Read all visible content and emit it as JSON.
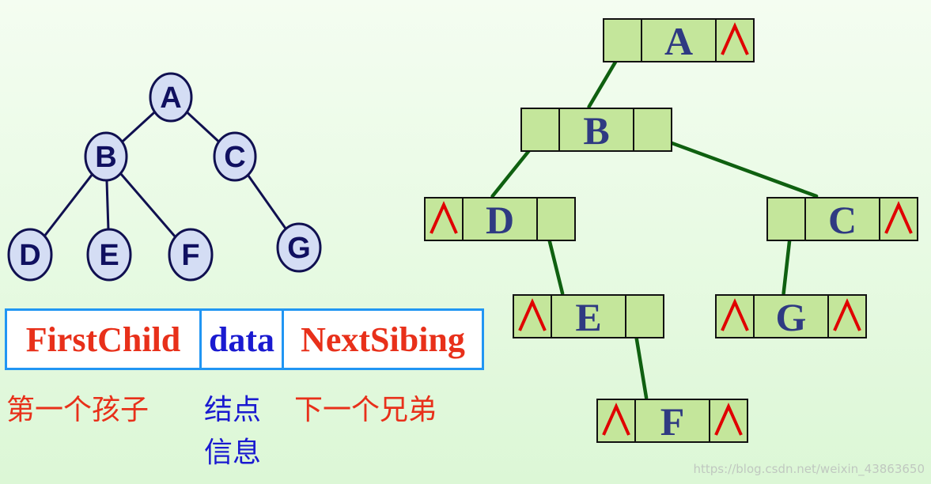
{
  "tree": {
    "nodes": [
      {
        "id": "A",
        "label": "A"
      },
      {
        "id": "B",
        "label": "B"
      },
      {
        "id": "C",
        "label": "C"
      },
      {
        "id": "D",
        "label": "D"
      },
      {
        "id": "E",
        "label": "E"
      },
      {
        "id": "F",
        "label": "F"
      },
      {
        "id": "G",
        "label": "G"
      }
    ],
    "edges": [
      [
        "A",
        "B"
      ],
      [
        "A",
        "C"
      ],
      [
        "B",
        "D"
      ],
      [
        "B",
        "E"
      ],
      [
        "B",
        "F"
      ],
      [
        "C",
        "G"
      ]
    ]
  },
  "legend": {
    "fields": [
      {
        "label": "FirstChild",
        "color": "#e8301a"
      },
      {
        "label": "data",
        "color": "#1a1ad0"
      },
      {
        "label": "NextSibing",
        "color": "#e8301a"
      }
    ],
    "captions": [
      {
        "text": "第一个孩子",
        "color": "#e8301a"
      },
      {
        "text": "结点",
        "color": "#1a1ad0"
      },
      {
        "text": "信息",
        "color": "#1a1ad0"
      },
      {
        "text": "下一个兄弟",
        "color": "#e8301a"
      }
    ]
  },
  "binary": {
    "null_symbol": "Λ",
    "records": [
      {
        "id": "A",
        "label": "A",
        "first_child": "B",
        "next_sibling": null
      },
      {
        "id": "B",
        "label": "B",
        "first_child": "D",
        "next_sibling": "C"
      },
      {
        "id": "D",
        "label": "D",
        "first_child": null,
        "next_sibling": "E"
      },
      {
        "id": "C",
        "label": "C",
        "first_child": "G",
        "next_sibling": null
      },
      {
        "id": "E",
        "label": "E",
        "first_child": null,
        "next_sibling": "F"
      },
      {
        "id": "G",
        "label": "G",
        "first_child": null,
        "next_sibling": null
      },
      {
        "id": "F",
        "label": "F",
        "first_child": null,
        "next_sibling": null
      }
    ]
  },
  "colors": {
    "cell_fill": "#c4e69b",
    "link": "#0f6010",
    "node_fill": "#d4ddf4",
    "null_mark": "#e00000"
  },
  "watermark": "https://blog.csdn.net/weixin_43863650"
}
